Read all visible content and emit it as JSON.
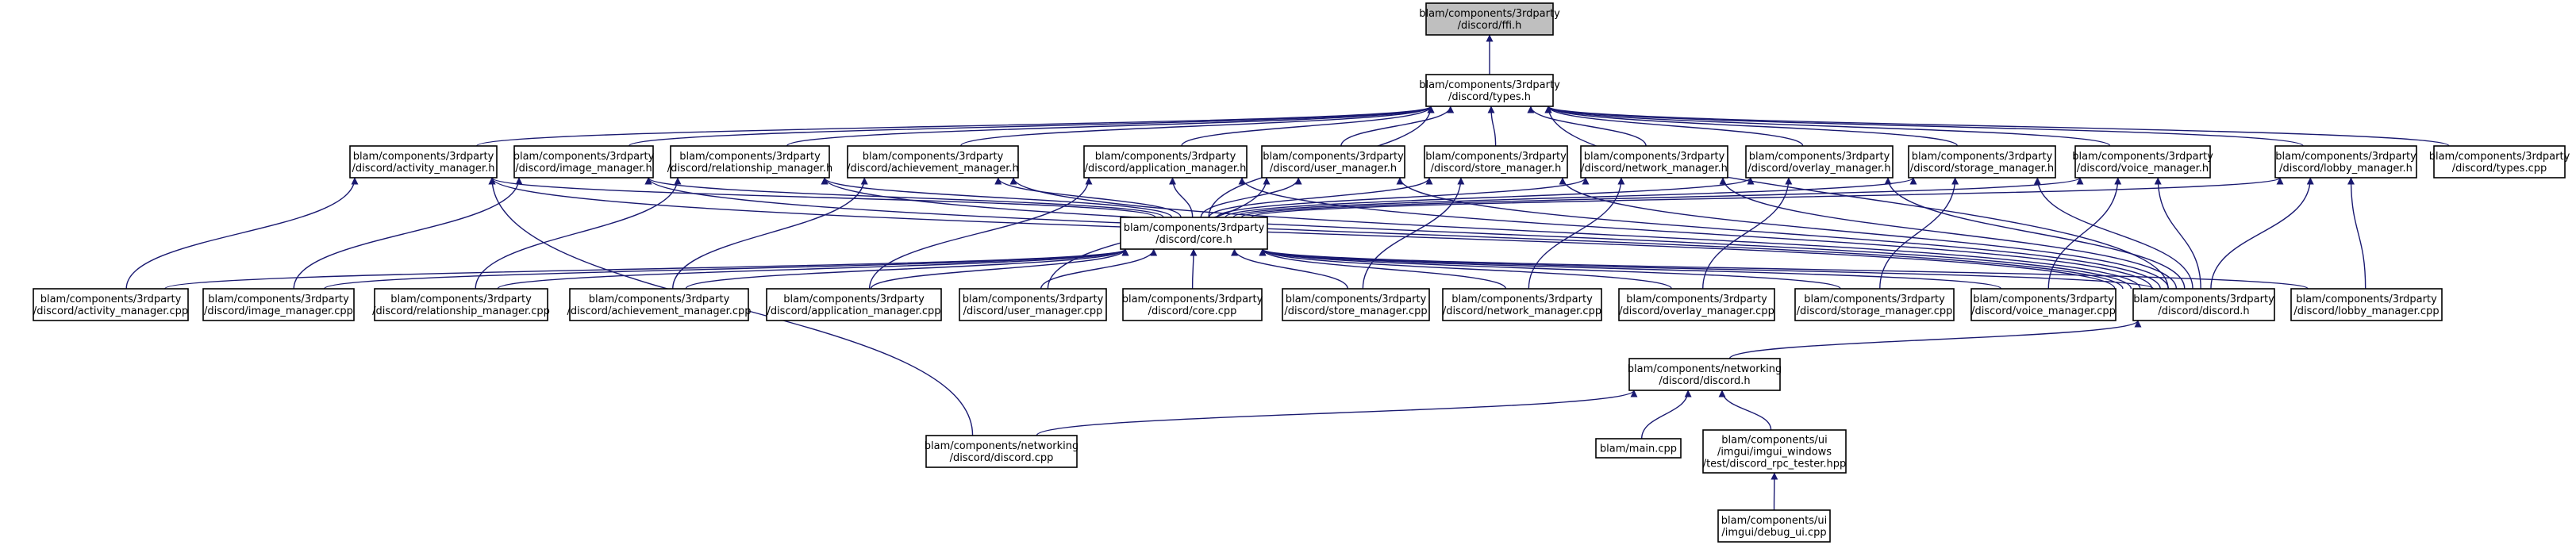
{
  "graph": {
    "title": "",
    "colors": {
      "edge": "#191970",
      "root_fill": "#bfbfbf",
      "node_fill": "#ffffff",
      "node_border": "#000000"
    },
    "nodes": [
      {
        "id": "ffi",
        "lines": [
          "blam/components/3rdparty",
          "/discord/ffi.h"
        ],
        "root": true
      },
      {
        "id": "types",
        "lines": [
          "blam/components/3rdparty",
          "/discord/types.h"
        ]
      },
      {
        "id": "activity_h",
        "lines": [
          "blam/components/3rdparty",
          "/discord/activity_manager.h"
        ]
      },
      {
        "id": "image_h",
        "lines": [
          "blam/components/3rdparty",
          "/discord/image_manager.h"
        ]
      },
      {
        "id": "rel_h",
        "lines": [
          "blam/components/3rdparty",
          "/discord/relationship_manager.h"
        ]
      },
      {
        "id": "ach_h",
        "lines": [
          "blam/components/3rdparty",
          "/discord/achievement_manager.h"
        ]
      },
      {
        "id": "app_h",
        "lines": [
          "blam/components/3rdparty",
          "/discord/application_manager.h"
        ]
      },
      {
        "id": "user_h",
        "lines": [
          "blam/components/3rdparty",
          "/discord/user_manager.h"
        ]
      },
      {
        "id": "store_h",
        "lines": [
          "blam/components/3rdparty",
          "/discord/store_manager.h"
        ]
      },
      {
        "id": "net_h",
        "lines": [
          "blam/components/3rdparty",
          "/discord/network_manager.h"
        ]
      },
      {
        "id": "overlay_h",
        "lines": [
          "blam/components/3rdparty",
          "/discord/overlay_manager.h"
        ]
      },
      {
        "id": "storage_h",
        "lines": [
          "blam/components/3rdparty",
          "/discord/storage_manager.h"
        ]
      },
      {
        "id": "voice_h",
        "lines": [
          "blam/components/3rdparty",
          "/discord/voice_manager.h"
        ]
      },
      {
        "id": "lobby_h",
        "lines": [
          "blam/components/3rdparty",
          "/discord/lobby_manager.h"
        ]
      },
      {
        "id": "types_cpp",
        "lines": [
          "blam/components/3rdparty",
          "/discord/types.cpp"
        ]
      },
      {
        "id": "core_h",
        "lines": [
          "blam/components/3rdparty",
          "/discord/core.h"
        ]
      },
      {
        "id": "activity_cpp",
        "lines": [
          "blam/components/3rdparty",
          "/discord/activity_manager.cpp"
        ]
      },
      {
        "id": "image_cpp",
        "lines": [
          "blam/components/3rdparty",
          "/discord/image_manager.cpp"
        ]
      },
      {
        "id": "rel_cpp",
        "lines": [
          "blam/components/3rdparty",
          "/discord/relationship_manager.cpp"
        ]
      },
      {
        "id": "ach_cpp",
        "lines": [
          "blam/components/3rdparty",
          "/discord/achievement_manager.cpp"
        ]
      },
      {
        "id": "app_cpp",
        "lines": [
          "blam/components/3rdparty",
          "/discord/application_manager.cpp"
        ]
      },
      {
        "id": "user_cpp",
        "lines": [
          "blam/components/3rdparty",
          "/discord/user_manager.cpp"
        ]
      },
      {
        "id": "core_cpp",
        "lines": [
          "blam/components/3rdparty",
          "/discord/core.cpp"
        ]
      },
      {
        "id": "store_cpp",
        "lines": [
          "blam/components/3rdparty",
          "/discord/store_manager.cpp"
        ]
      },
      {
        "id": "net_cpp",
        "lines": [
          "blam/components/3rdparty",
          "/discord/network_manager.cpp"
        ]
      },
      {
        "id": "overlay_cpp",
        "lines": [
          "blam/components/3rdparty",
          "/discord/overlay_manager.cpp"
        ]
      },
      {
        "id": "storage_cpp",
        "lines": [
          "blam/components/3rdparty",
          "/discord/storage_manager.cpp"
        ]
      },
      {
        "id": "voice_cpp",
        "lines": [
          "blam/components/3rdparty",
          "/discord/voice_manager.cpp"
        ]
      },
      {
        "id": "discord_h",
        "lines": [
          "blam/components/3rdparty",
          "/discord/discord.h"
        ]
      },
      {
        "id": "lobby_cpp",
        "lines": [
          "blam/components/3rdparty",
          "/discord/lobby_manager.cpp"
        ]
      },
      {
        "id": "net_discord_h",
        "lines": [
          "blam/components/networking",
          "/discord/discord.h"
        ]
      },
      {
        "id": "net_discord_cpp",
        "lines": [
          "blam/components/networking",
          "/discord/discord.cpp"
        ]
      },
      {
        "id": "main_cpp",
        "lines": [
          "blam/main.cpp"
        ]
      },
      {
        "id": "rpc_tester",
        "lines": [
          "blam/components/ui",
          "/imgui/imgui_windows",
          "/test/discord_rpc_tester.hpp"
        ]
      },
      {
        "id": "debug_ui",
        "lines": [
          "blam/components/ui",
          "/imgui/debug_ui.cpp"
        ]
      }
    ],
    "edges": [
      [
        "types",
        "ffi"
      ],
      [
        "activity_h",
        "types"
      ],
      [
        "image_h",
        "types"
      ],
      [
        "rel_h",
        "types"
      ],
      [
        "ach_h",
        "types"
      ],
      [
        "app_h",
        "types"
      ],
      [
        "user_h",
        "types"
      ],
      [
        "store_h",
        "types"
      ],
      [
        "net_h",
        "types"
      ],
      [
        "overlay_h",
        "types"
      ],
      [
        "storage_h",
        "types"
      ],
      [
        "voice_h",
        "types"
      ],
      [
        "lobby_h",
        "types"
      ],
      [
        "types_cpp",
        "types"
      ],
      [
        "core_h",
        "types"
      ],
      [
        "discord_h",
        "types"
      ],
      [
        "core_h",
        "activity_h"
      ],
      [
        "core_h",
        "image_h"
      ],
      [
        "core_h",
        "rel_h"
      ],
      [
        "core_h",
        "ach_h"
      ],
      [
        "core_h",
        "app_h"
      ],
      [
        "core_h",
        "user_h"
      ],
      [
        "core_h",
        "store_h"
      ],
      [
        "core_h",
        "net_h"
      ],
      [
        "core_h",
        "overlay_h"
      ],
      [
        "core_h",
        "storage_h"
      ],
      [
        "core_h",
        "voice_h"
      ],
      [
        "core_h",
        "lobby_h"
      ],
      [
        "activity_cpp",
        "activity_h"
      ],
      [
        "image_cpp",
        "image_h"
      ],
      [
        "rel_cpp",
        "rel_h"
      ],
      [
        "ach_cpp",
        "ach_h"
      ],
      [
        "app_cpp",
        "app_h"
      ],
      [
        "user_cpp",
        "user_h"
      ],
      [
        "store_cpp",
        "store_h"
      ],
      [
        "net_cpp",
        "net_h"
      ],
      [
        "overlay_cpp",
        "overlay_h"
      ],
      [
        "storage_cpp",
        "storage_h"
      ],
      [
        "voice_cpp",
        "voice_h"
      ],
      [
        "lobby_cpp",
        "lobby_h"
      ],
      [
        "activity_cpp",
        "core_h"
      ],
      [
        "image_cpp",
        "core_h"
      ],
      [
        "rel_cpp",
        "core_h"
      ],
      [
        "ach_cpp",
        "core_h"
      ],
      [
        "app_cpp",
        "core_h"
      ],
      [
        "user_cpp",
        "core_h"
      ],
      [
        "core_cpp",
        "core_h"
      ],
      [
        "store_cpp",
        "core_h"
      ],
      [
        "net_cpp",
        "core_h"
      ],
      [
        "overlay_cpp",
        "core_h"
      ],
      [
        "storage_cpp",
        "core_h"
      ],
      [
        "voice_cpp",
        "core_h"
      ],
      [
        "lobby_cpp",
        "core_h"
      ],
      [
        "discord_h",
        "core_h"
      ],
      [
        "discord_h",
        "activity_h"
      ],
      [
        "discord_h",
        "image_h"
      ],
      [
        "discord_h",
        "rel_h"
      ],
      [
        "discord_h",
        "ach_h"
      ],
      [
        "discord_h",
        "app_h"
      ],
      [
        "discord_h",
        "user_h"
      ],
      [
        "discord_h",
        "store_h"
      ],
      [
        "discord_h",
        "net_h"
      ],
      [
        "discord_h",
        "overlay_h"
      ],
      [
        "discord_h",
        "storage_h"
      ],
      [
        "discord_h",
        "voice_h"
      ],
      [
        "discord_h",
        "lobby_h"
      ],
      [
        "net_discord_h",
        "discord_h"
      ],
      [
        "net_discord_cpp",
        "activity_h"
      ],
      [
        "net_discord_cpp",
        "net_discord_h"
      ],
      [
        "main_cpp",
        "net_discord_h"
      ],
      [
        "rpc_tester",
        "net_discord_h"
      ],
      [
        "debug_ui",
        "rpc_tester"
      ]
    ]
  }
}
